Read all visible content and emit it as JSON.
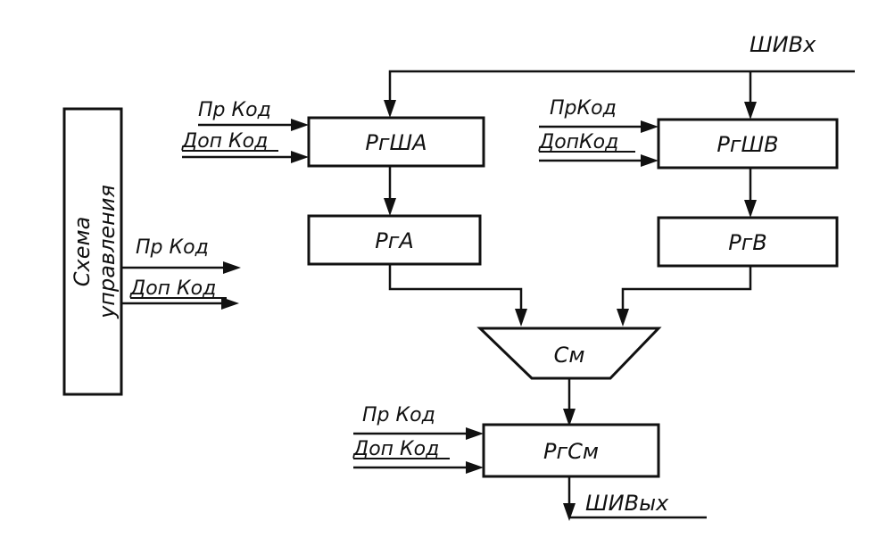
{
  "control_unit": {
    "line1": "Схема",
    "line2": "управления",
    "out_pr": "Пр Код",
    "out_dop": "Доп Код"
  },
  "bus_in": "ШИВх",
  "bus_out": "ШИВых",
  "blocks": {
    "rgsha": "РгША",
    "rgshb": "РгШВ",
    "rga": "РгА",
    "rgb": "РгВ",
    "adder": "См",
    "rgsm": "РгСм"
  },
  "signals": {
    "pr": "Пр Код",
    "pr_compact": "ПрКод",
    "dop": "Доп Код",
    "dop_compact": "ДопКод"
  }
}
